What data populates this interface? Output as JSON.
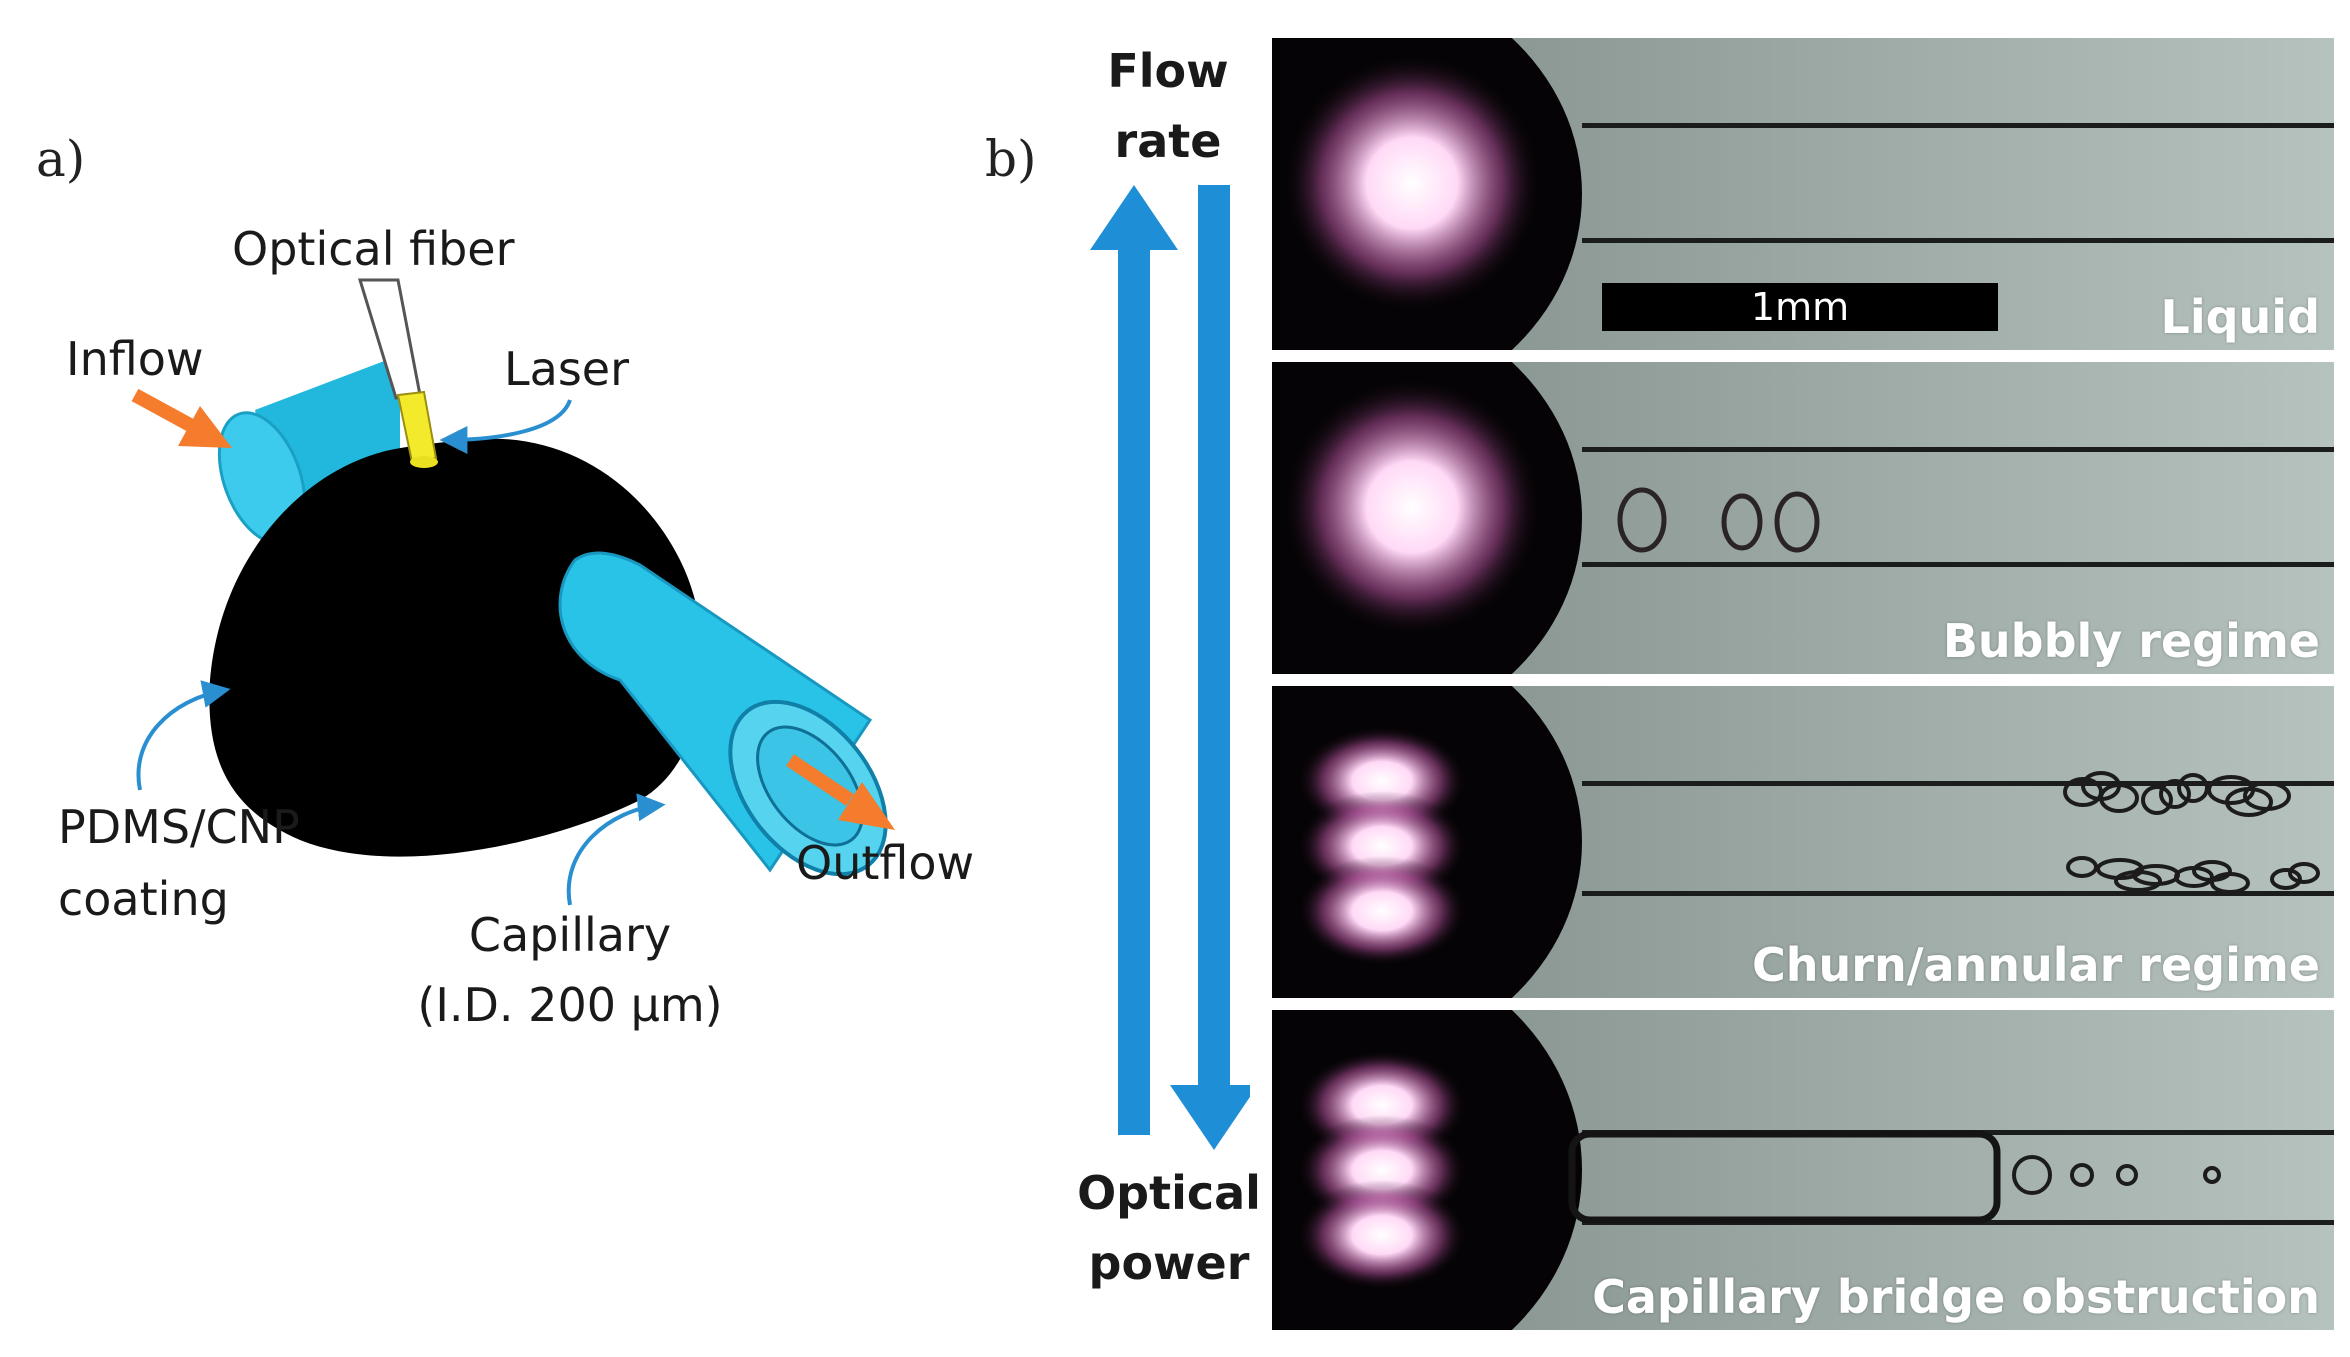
{
  "panel_a": {
    "letter": "a)",
    "labels": {
      "optical_fiber": "Optical fiber",
      "inflow": "Inflow",
      "laser": "Laser",
      "coating_line1": "PDMS/CNP",
      "coating_line2": "coating",
      "outflow": "Outflow",
      "capillary_line1": "Capillary",
      "capillary_line2": "(I.D. 200 µm)"
    },
    "colors": {
      "capillary": "#29c3e8",
      "coating": "#000000",
      "fiber_tip": "#f2ea2a",
      "flow_arrow": "#f47c2c",
      "pointer": "#2a8fd0"
    }
  },
  "panel_b": {
    "letter": "b)",
    "axis": {
      "top_line1": "Flow",
      "top_line2": "rate",
      "bottom_line1": "Optical",
      "bottom_line2": "power",
      "arrow_color": "#1e8fd6"
    },
    "scale_bar": "1mm",
    "frames": [
      {
        "label": "Liquid"
      },
      {
        "label": "Bubbly regime"
      },
      {
        "label": "Churn/annular regime"
      },
      {
        "label": "Capillary bridge obstruction"
      }
    ]
  }
}
